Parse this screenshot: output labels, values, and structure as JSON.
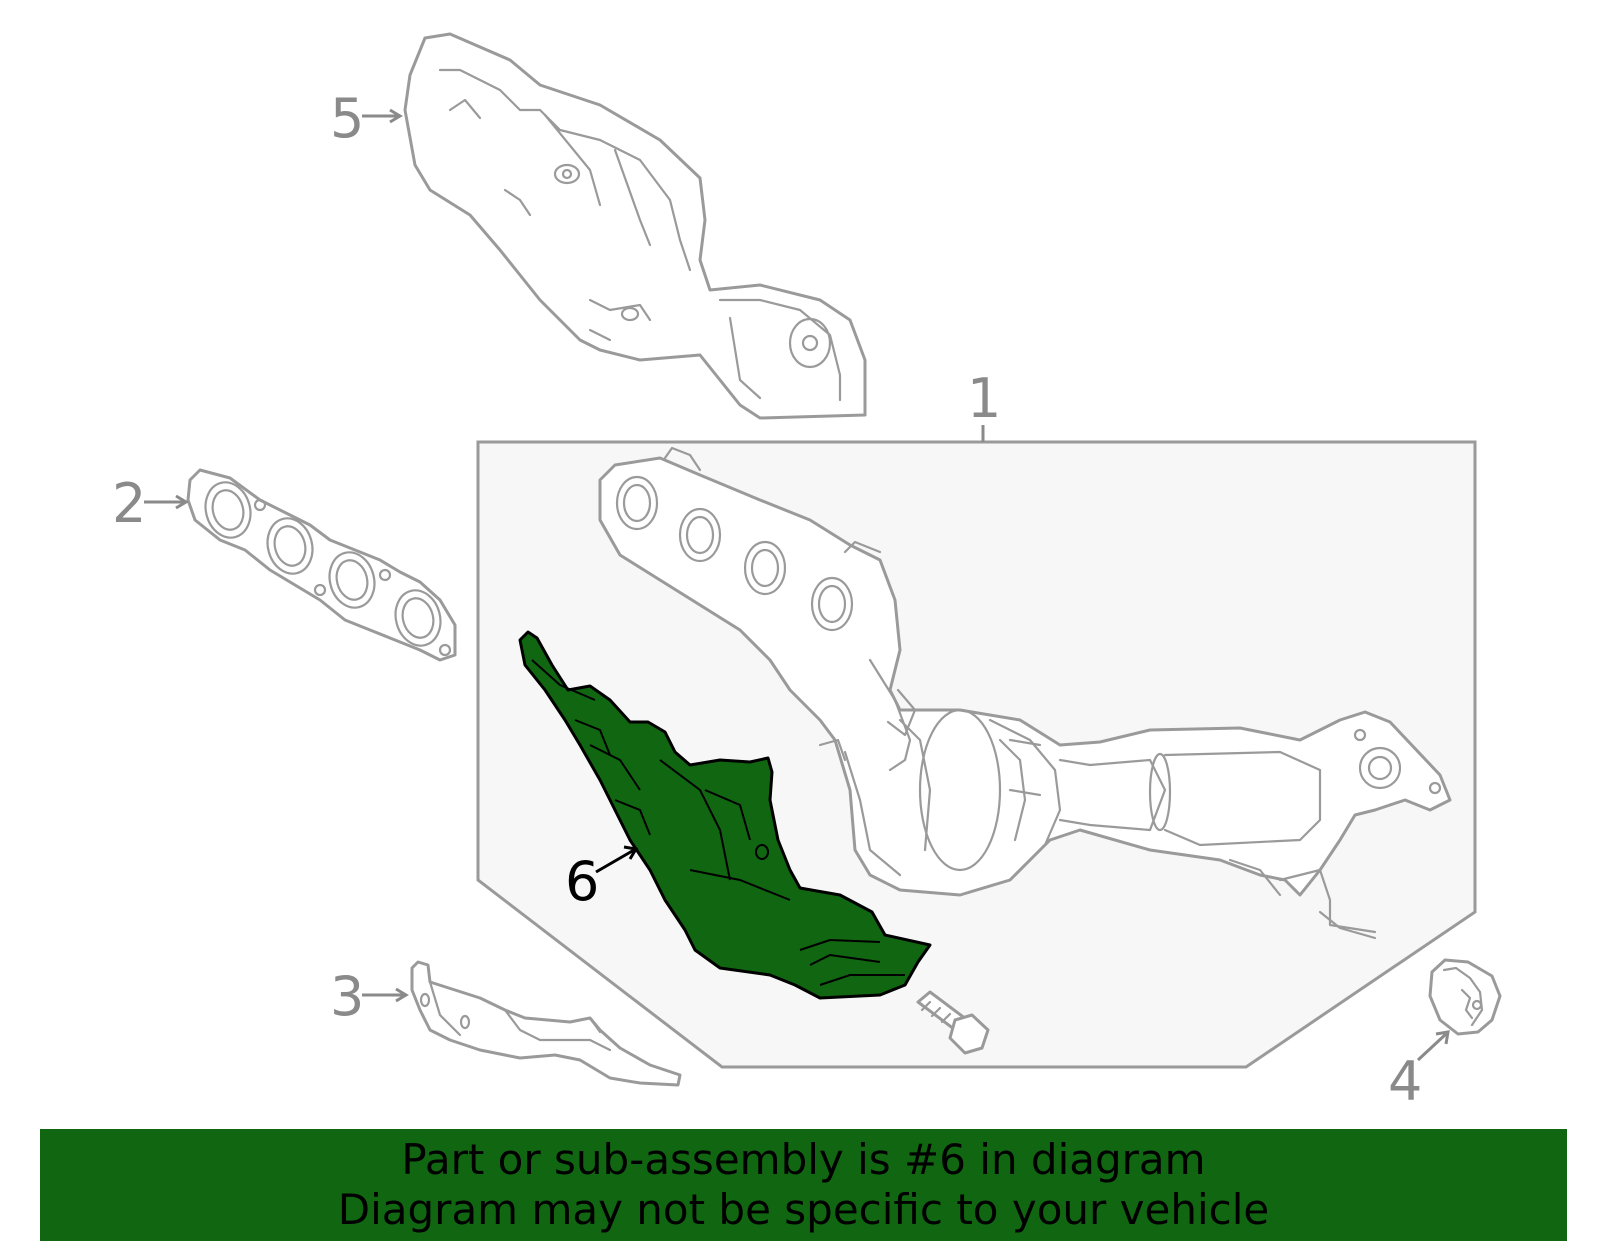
{
  "callouts": {
    "c1": "1",
    "c2": "2",
    "c3": "3",
    "c4": "4",
    "c5": "5",
    "c6": "6"
  },
  "highlighted_part": "6",
  "colors": {
    "highlight_fill": "#116611",
    "line_gray": "#9a9a9a",
    "box_fill": "#f7f7f7",
    "banner_bg": "#116611"
  },
  "banner": {
    "line1": "Part or sub-assembly is #6 in diagram",
    "line2": "Diagram may not be specific to your vehicle"
  }
}
